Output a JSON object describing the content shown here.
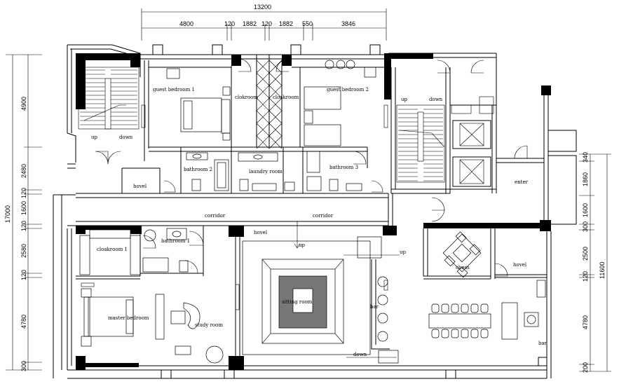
{
  "dimensions": {
    "total_width": "13200",
    "top_segments": [
      "4800",
      "120",
      "1882",
      "120",
      "1882",
      "550",
      "3846"
    ],
    "left_total": "17000",
    "left_segments": [
      "4900",
      "2480",
      "120",
      "1600",
      "120",
      "2580",
      "120",
      "4780",
      "300"
    ],
    "right_total": "11600",
    "right_segments": [
      "340",
      "1860",
      "1600",
      "300",
      "2500",
      "120",
      "4780",
      "200"
    ]
  },
  "rooms": {
    "guest_bedroom_1": "guest bedroom 1",
    "clokroom": "clokroom",
    "cloakroom_top": "cloakroom",
    "guest_bedroom_2": "guest bedroom 2",
    "bathroom_2": "bathroom 2",
    "laundry_room": "laundry room",
    "bathroom_3": "bathroom 3",
    "hovel_left": "hovel",
    "corridor_left": "corridor",
    "corridor_right": "corridor",
    "hovel_center": "hovel",
    "cloakroom_1": "cloakroom 1",
    "bathroom_1": "bathroom 1",
    "master_bedroom": "master bedroom",
    "study_room": "study room",
    "sitting_room": "sitting room",
    "bar_left": "bar",
    "chess": "chess",
    "hovel_right": "hovel",
    "enter": "enter",
    "bar_right": "bar"
  },
  "stairs": {
    "left_up": "up",
    "left_down": "down",
    "right_up": "up",
    "right_down": "down",
    "center_up": "up",
    "right_up_2": "up",
    "bottom_down": "down"
  }
}
